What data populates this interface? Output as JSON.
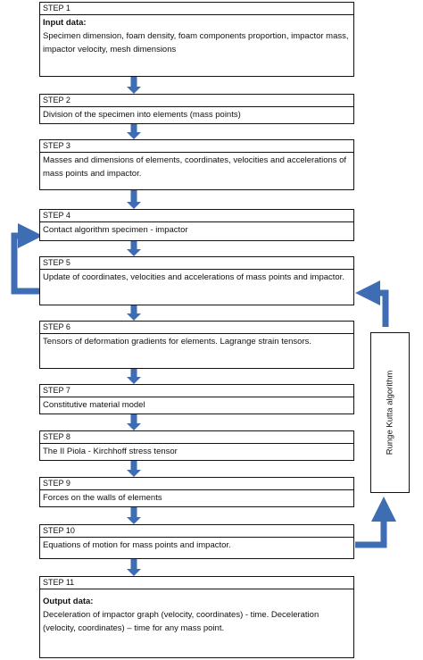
{
  "colors": {
    "arrow": "#3e6db3",
    "border": "#111111"
  },
  "steps": [
    {
      "label": "STEP 1",
      "subtitle": "Input data:",
      "text": "Specimen dimension, foam density, foam components proportion, impactor mass, impactor velocity, mesh dimensions"
    },
    {
      "label": "STEP 2",
      "text": "Division of the specimen into elements (mass points)"
    },
    {
      "label": "STEP 3",
      "text": "Masses and dimensions of elements, coordinates, velocities and accelerations of mass points and impactor."
    },
    {
      "label": "STEP 4",
      "text": "Contact algorithm specimen - impactor"
    },
    {
      "label": "STEP 5",
      "text": "Update of coordinates, velocities and accelerations of mass points and impactor."
    },
    {
      "label": "STEP 6",
      "text": "Tensors of deformation gradients for elements. Lagrange strain tensors."
    },
    {
      "label": "STEP 7",
      "text": "Constitutive material model"
    },
    {
      "label": "STEP 8",
      "text": "The II Piola - Kirchhoff stress tensor"
    },
    {
      "label": "STEP 9",
      "text": "Forces on the walls of elements"
    },
    {
      "label": "STEP 10",
      "text": "Equations of motion for mass points and impactor."
    },
    {
      "label": "STEP 11",
      "subtitle": "Output data:",
      "text": "Deceleration of impactor graph (velocity, coordinates) -  time. Deceleration (velocity, coordinates) – time for any mass point."
    }
  ],
  "side_box": {
    "label": "Runge Kutta algorithm"
  }
}
